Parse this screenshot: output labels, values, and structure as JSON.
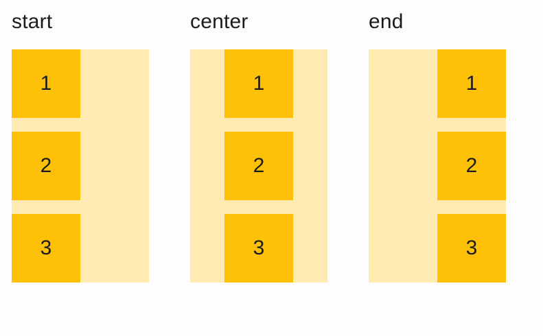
{
  "colors": {
    "page_bg": "#FDFDFF",
    "container_bg": "#FFEBB1",
    "item_bg": "#FFC107",
    "text": "#1B1B1B"
  },
  "groups": [
    {
      "label": "start",
      "alignment": "start",
      "items": [
        "1",
        "2",
        "3"
      ]
    },
    {
      "label": "center",
      "alignment": "center",
      "items": [
        "1",
        "2",
        "3"
      ]
    },
    {
      "label": "end",
      "alignment": "end",
      "items": [
        "1",
        "2",
        "3"
      ]
    }
  ]
}
